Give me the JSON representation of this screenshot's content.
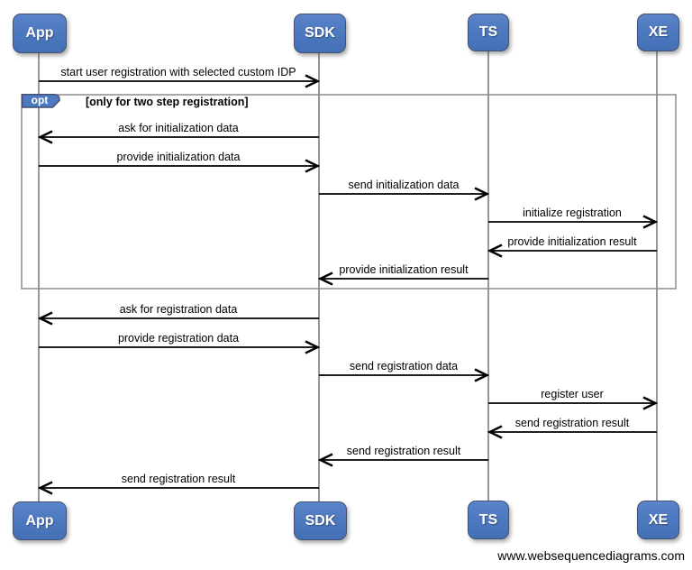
{
  "diagram": {
    "actors": [
      {
        "name": "App"
      },
      {
        "name": "SDK"
      },
      {
        "name": "TS"
      },
      {
        "name": "XE"
      }
    ],
    "fragment": {
      "operator": "opt",
      "condition": "[only for two step registration]"
    },
    "messages": [
      {
        "from": "App",
        "to": "SDK",
        "label": "start user registration with selected custom IDP"
      },
      {
        "from": "SDK",
        "to": "App",
        "label": "ask for initialization data"
      },
      {
        "from": "App",
        "to": "SDK",
        "label": "provide initialization data"
      },
      {
        "from": "SDK",
        "to": "TS",
        "label": "send initialization data"
      },
      {
        "from": "TS",
        "to": "XE",
        "label": "initialize registration"
      },
      {
        "from": "XE",
        "to": "TS",
        "label": "provide initialization result"
      },
      {
        "from": "TS",
        "to": "SDK",
        "label": "provide initialization result"
      },
      {
        "from": "SDK",
        "to": "App",
        "label": "ask for registration data"
      },
      {
        "from": "App",
        "to": "SDK",
        "label": "provide registration data"
      },
      {
        "from": "SDK",
        "to": "TS",
        "label": "send registration data"
      },
      {
        "from": "TS",
        "to": "XE",
        "label": "register user"
      },
      {
        "from": "XE",
        "to": "TS",
        "label": "send registration result"
      },
      {
        "from": "TS",
        "to": "SDK",
        "label": "send registration result"
      },
      {
        "from": "SDK",
        "to": "App",
        "label": "send registration result"
      }
    ],
    "watermark": "www.websequencediagrams.com",
    "colors": {
      "actor_fill": "#4d79c1",
      "actor_border": "#42516f",
      "lifeline": "#7d7d7d",
      "frame_border": "#8c8c8c",
      "arrow": "#000000",
      "background": "#ffffff"
    }
  }
}
